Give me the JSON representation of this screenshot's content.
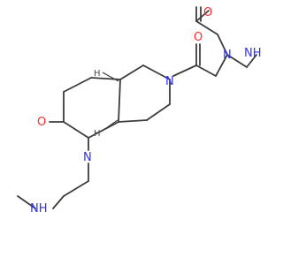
{
  "molecule": {
    "atoms": {
      "o_ketone_amide": "O",
      "n_amide_ring": "N",
      "o_lactam_ring": "O",
      "n_ring_a": "N",
      "nh_top": "NH",
      "n_piperazine": "N",
      "o_piperazinone": "O",
      "n_lactam": "N",
      "nh_side": "NH",
      "h_stereo_top": "H",
      "h_stereo_bottom": "H"
    },
    "colors": {
      "bond": "#3c3c3c",
      "nitrogen": "#2f2fff",
      "oxygen": "#ff2a2a",
      "hydrogen": "#4a4a4a"
    }
  }
}
